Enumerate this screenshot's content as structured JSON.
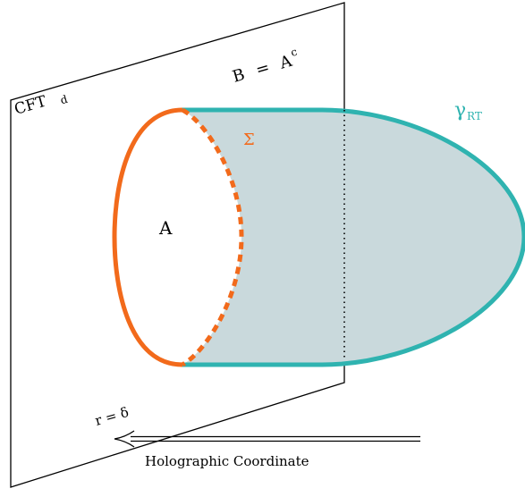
{
  "diagram": {
    "plane_label": "CFT",
    "plane_subscript": "d",
    "region_b_label": "B",
    "equals": "=",
    "region_a_complement": "A",
    "complement_superscript": "c",
    "region_a_label": "A",
    "surface_label": "Σ",
    "rt_label": "γ",
    "rt_subscript": "RT",
    "cutoff_label": "r = δ",
    "axis_label": "Holographic Coordinate"
  },
  "colors": {
    "boundary_region": "#f26a1b",
    "rt_surface": "#2fb3b0",
    "bulk_fill": "#c9d9dc",
    "plane_edge": "#000000"
  }
}
